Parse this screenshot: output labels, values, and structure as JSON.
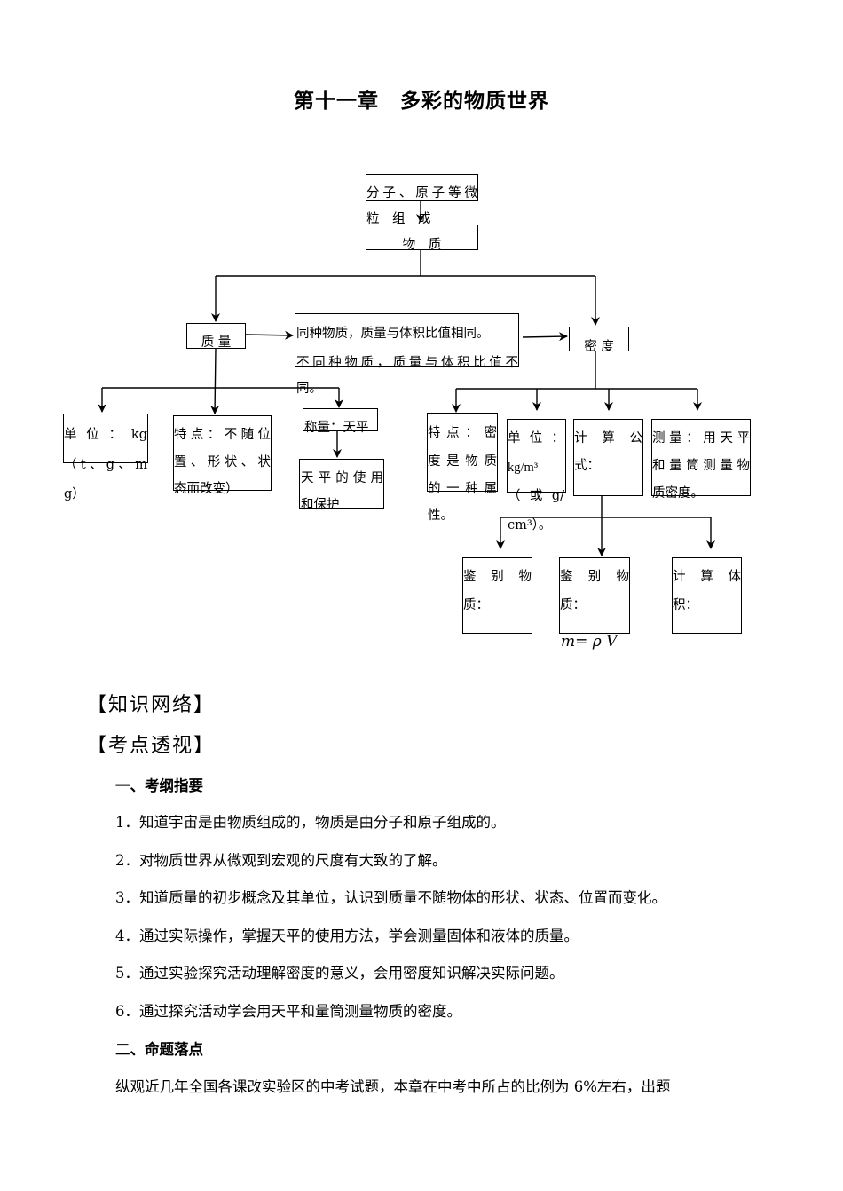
{
  "title": "第十一章　多彩的物质世界",
  "diagram": {
    "composition": [
      "分子、原子等微",
      "粒　组　成"
    ],
    "matter": "物　质",
    "mass": "质 量",
    "ratio": [
      "同种物质，质量与体积比值相同。",
      "不同种物质，质量与体积比值不",
      "同。"
    ],
    "density": "密 度",
    "mass_unit": [
      "单 位 ： kg",
      "（t、g、m",
      "g）"
    ],
    "mass_feature": [
      "特点：不随位",
      "置、形状、状",
      "态而改变）"
    ],
    "balance_title": "称量：天平",
    "balance_use": [
      "天平的使用",
      "和保护"
    ],
    "density_feature": [
      "特 点 ： 密",
      "度 是 物 质",
      "的 一 种 属",
      "性。"
    ],
    "density_unit": [
      "单 位 ：",
      "kg/m³",
      "（ 或 g/",
      "cm³）。"
    ],
    "formula_label": [
      "计 算 公",
      "式："
    ],
    "measure": [
      "测量：用天平",
      "和量筒测量物",
      "质密度。"
    ],
    "identify1": [
      "鉴 别 物",
      "质："
    ],
    "identify2": [
      "鉴 别 物",
      "质："
    ],
    "calc_volume": [
      "计 算 体",
      "积："
    ],
    "formula_text": "m= ρ V"
  },
  "sections": {
    "network": "【知识网络】",
    "focus": "【考点透视】"
  },
  "outline": {
    "heading": "一、考纲指要",
    "items": [
      "1．知道宇宙是由物质组成的，物质是由分子和原子组成的。",
      "2．对物质世界从微观到宏观的尺度有大致的了解。",
      "3．知道质量的初步概念及其单位，认识到质量不随物体的形状、状态、位置而变化。",
      "4．通过实际操作，掌握天平的使用方法，学会测量固体和液体的质量。",
      "5．通过实验探究活动理解密度的意义，会用密度知识解决实际问题。",
      "6．通过探究活动学会用天平和量筒测量物质的密度。"
    ]
  },
  "topics": {
    "heading": "二、命题落点",
    "paragraph": "纵观近几年全国各课改实验区的中考试题，本章在中考中所占的比例为 6%左右，出题"
  }
}
